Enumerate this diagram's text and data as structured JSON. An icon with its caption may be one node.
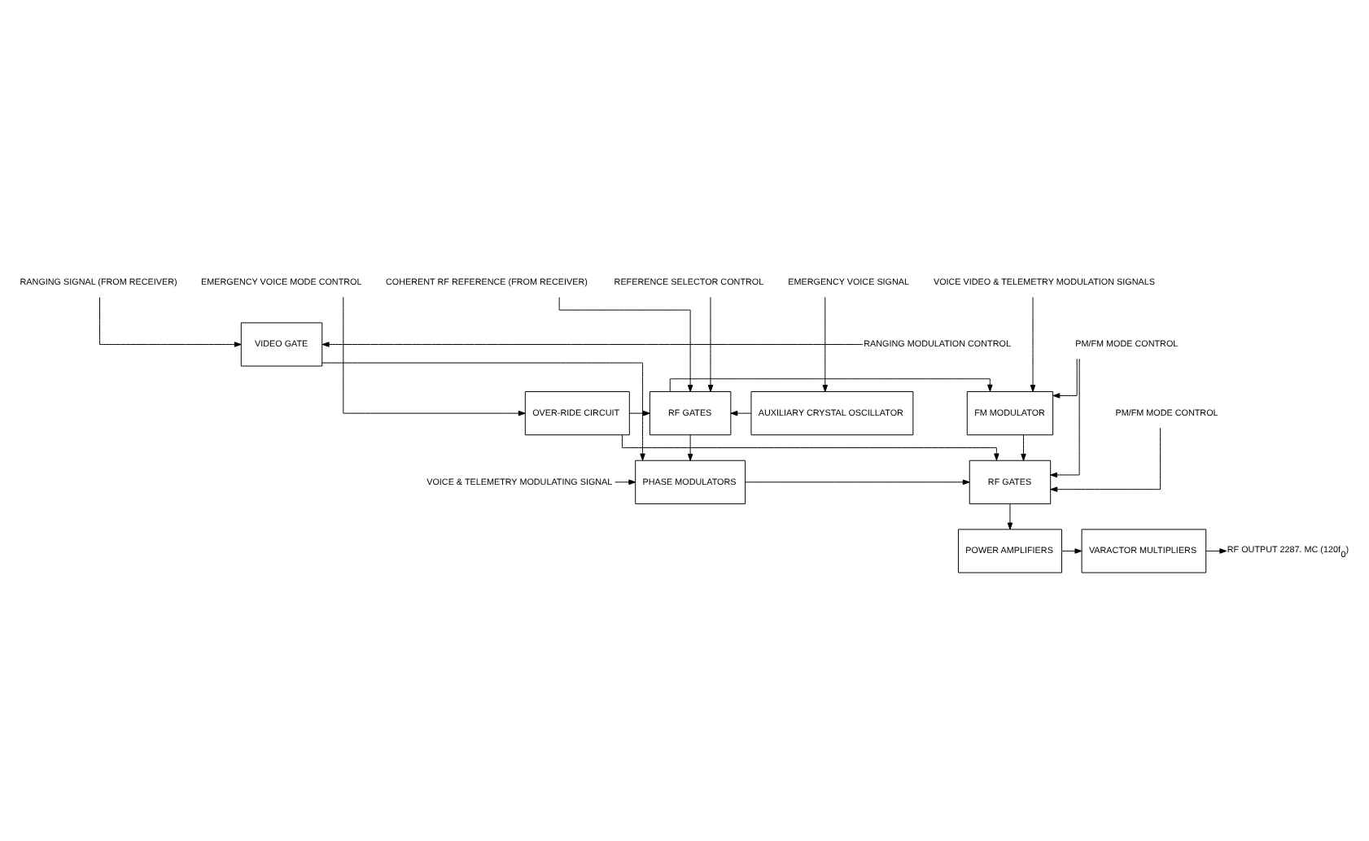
{
  "diagram": {
    "nodes": [
      {
        "text": [
          "OVER-RIDE CIRCUIT"
        ]
      },
      {
        "text": [
          "FM MODULATOR"
        ]
      },
      {
        "text": [
          "RF GATES"
        ]
      },
      {
        "text": [
          "AUXILIARY CRYSTAL OSCILLATOR"
        ]
      },
      {
        "text": [
          "VIDEO GATE"
        ]
      },
      {
        "text": [
          "RF GATES"
        ]
      },
      {
        "text": [
          "PHASE MODULATORS"
        ]
      },
      {
        "text": [
          "POWER AMPLIFIERS"
        ]
      },
      {
        "text": [
          "VARACTOR MULTIPLIERS"
        ]
      },
      {
        "text": [
          "EMERGENCY VOICE MODE CONTROL"
        ]
      },
      {
        "text": [
          "VOICE VIDEO & TELEMETRY MODULATION SIGNALS"
        ]
      },
      {
        "text": [
          "COHERENT RF REFERENCE (FROM RECEIVER)"
        ]
      },
      {
        "text": [
          "REFERENCE SELECTOR CONTROL"
        ]
      },
      {
        "text": [
          "EMERGENCY VOICE SIGNAL"
        ]
      },
      {
        "text": [
          "RANGING SIGNAL (FROM RECEIVER)"
        ]
      },
      {
        "text": [
          "PM/FM MODE CONTROL"
        ]
      },
      {
        "text": [
          "RANGING MODULATION CONTROL"
        ]
      },
      {
        "text": [
          "VOICE & TELEMETRY MODULATING SIGNAL"
        ]
      },
      {
        "text": [
          "PM/FM MODE CONTROL"
        ]
      },
      {
        "text": [
          "RF OUTPUT 2287. MC (120f$_{0}$)"
        ]
      }
    ],
    "edges": [
      {
        "from": 9,
        "to": 0,
        "arrow": "to"
      },
      {
        "from": 10,
        "to": 1,
        "arrow": "to"
      },
      {
        "from": 11,
        "to": 2,
        "arrow": "to"
      },
      {
        "from": 12,
        "to": 2,
        "arrow": "to"
      },
      {
        "from": 13,
        "to": 3,
        "arrow": "to"
      },
      {
        "from": 0,
        "to": 2,
        "arrow": "to"
      },
      {
        "from": 3,
        "to": 2,
        "arrow": "to"
      },
      {
        "from": 14,
        "to": 4,
        "arrow": "to"
      },
      {
        "from": 0,
        "to": 5,
        "arrow": "to"
      },
      {
        "from": 1,
        "to": 5,
        "arrow": "to"
      },
      {
        "from": 15,
        "to": 1,
        "arrow": "to"
      },
      {
        "from": 15,
        "to": 5,
        "arrow": "to"
      },
      {
        "from": 2,
        "to": 6,
        "arrow": "to"
      },
      {
        "from": 2,
        "to": 1,
        "arrow": "to"
      },
      {
        "from": 4,
        "to": 6,
        "arrow": "to"
      },
      {
        "from": 16,
        "to": 4,
        "arrow": "to"
      },
      {
        "from": 17,
        "to": 6,
        "arrow": "to"
      },
      {
        "from": 6,
        "to": 5,
        "arrow": "to"
      },
      {
        "from": 18,
        "to": 5,
        "arrow": "to"
      },
      {
        "from": 5,
        "to": 7,
        "arrow": "to"
      },
      {
        "from": 7,
        "to": 8,
        "arrow": "to"
      },
      {
        "from": 8,
        "to": 19,
        "arrow": "to"
      }
    ]
  }
}
